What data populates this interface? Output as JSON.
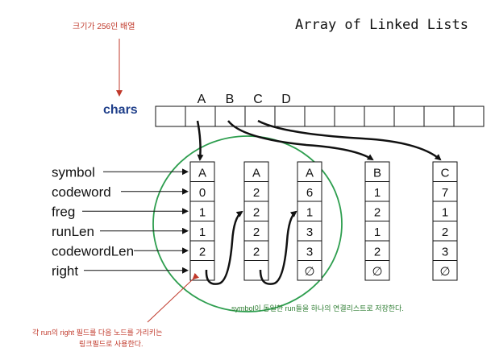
{
  "title": "Array of Linked Lists",
  "top_note": "크기가 256인 배열",
  "array_label": "chars",
  "array_letters": [
    "A",
    "B",
    "C",
    "D"
  ],
  "field_labels": [
    "symbol",
    "codeword",
    "freg",
    "runLen",
    "codewordLen",
    "right"
  ],
  "nodes": [
    {
      "values": [
        "A",
        "0",
        "1",
        "1",
        "2",
        ""
      ]
    },
    {
      "values": [
        "A",
        "2",
        "2",
        "2",
        "2",
        ""
      ]
    },
    {
      "values": [
        "A",
        "6",
        "1",
        "3",
        "3",
        "∅"
      ]
    },
    {
      "values": [
        "B",
        "1",
        "2",
        "1",
        "2",
        "∅"
      ]
    },
    {
      "values": [
        "C",
        "7",
        "1",
        "2",
        "3",
        "∅"
      ]
    }
  ],
  "circle_note": "symbol이 동일한 run들을 하나의 연결리스트로 저장한다.",
  "bottom_note_line1": "각 run의 right 필드를 다음 노드를 가리키는",
  "bottom_note_line2": "링크필드로 사용한다.",
  "colors": {
    "annotation": "#c0392b",
    "circle": "#2e9e4f",
    "circle_note": "#2e7d32",
    "chars_label": "#1f3f8a"
  }
}
